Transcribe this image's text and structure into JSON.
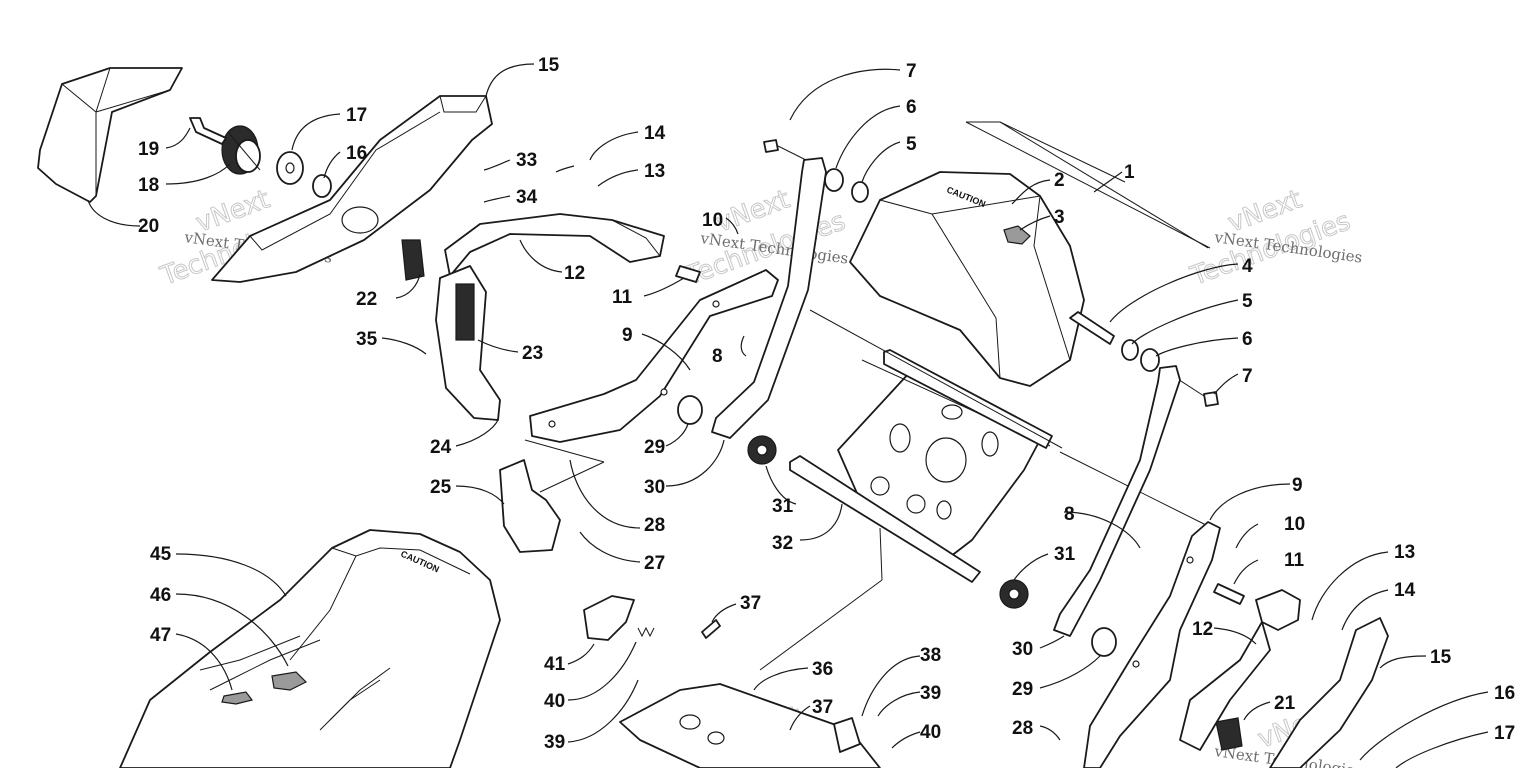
{
  "callouts": [
    "1",
    "2",
    "3",
    "4",
    "5",
    "6",
    "7",
    "8",
    "9",
    "10",
    "11",
    "12",
    "13",
    "14",
    "15",
    "16",
    "17",
    "18",
    "19",
    "20",
    "21",
    "22",
    "23",
    "24",
    "25",
    "27",
    "28",
    "29",
    "30",
    "31",
    "32",
    "33",
    "34",
    "35",
    "36",
    "37",
    "38",
    "39",
    "40",
    "41",
    "45",
    "46",
    "47"
  ],
  "watermark": {
    "line1": "vNext Technologies",
    "line2_top": "vNext",
    "line2_bottom": "Technologies"
  },
  "stamp_text": "CAUTION"
}
